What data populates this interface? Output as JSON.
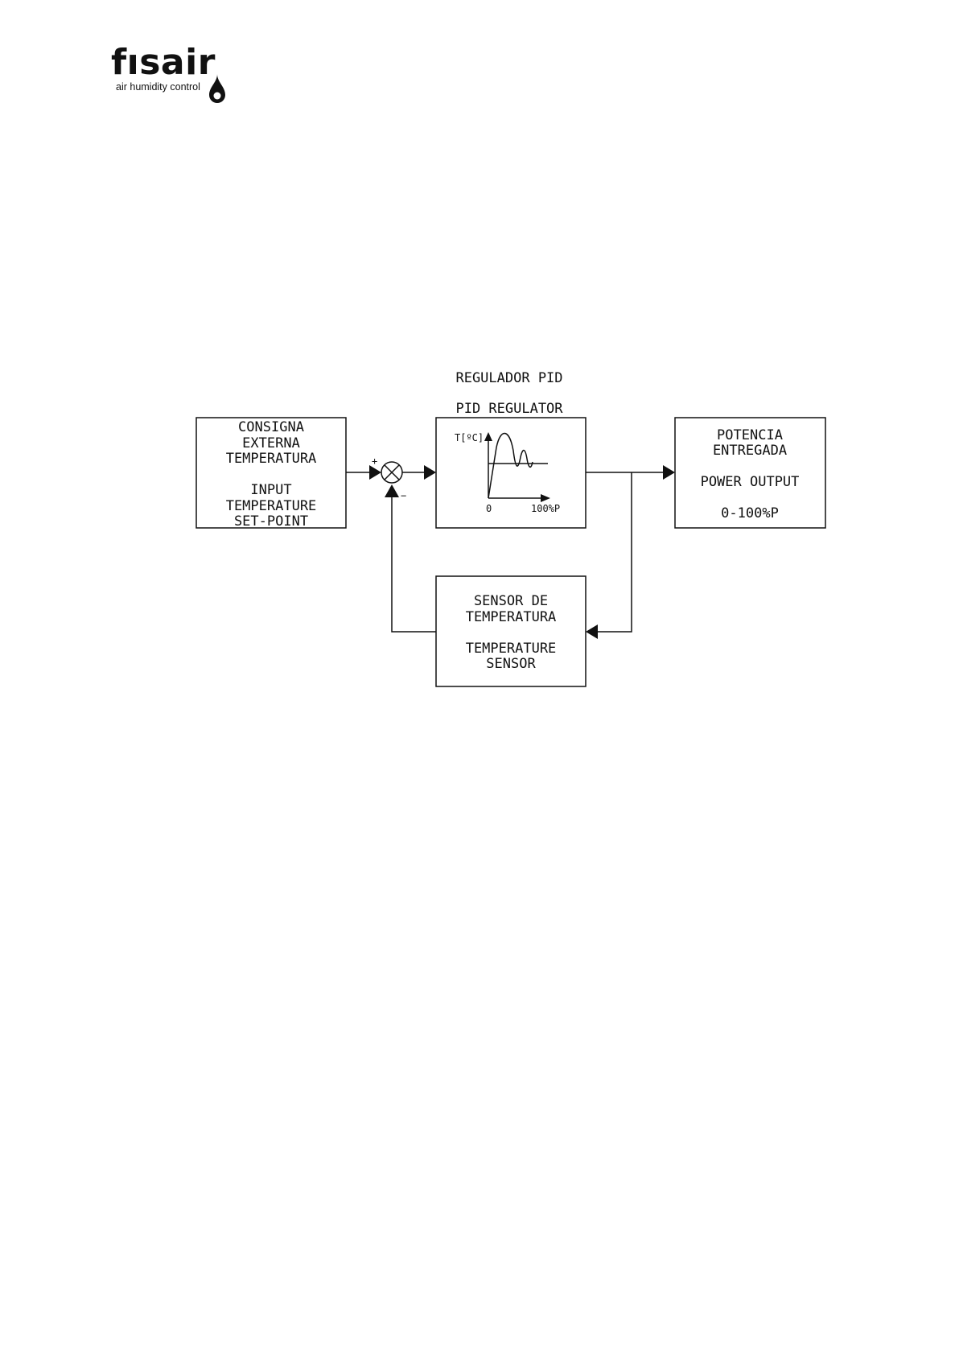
{
  "logo": {
    "brand": "fısair",
    "tagline": "air humidity control"
  },
  "diagram": {
    "title_es": "REGULADOR PID",
    "title_en": "PID REGULATOR",
    "input_block": [
      "CONSIGNA",
      "EXTERNA",
      "TEMPERATURA",
      "",
      "INPUT",
      "TEMPERATURE",
      "SET-POINT"
    ],
    "output_block": [
      "POTENCIA",
      "ENTREGADA",
      "",
      "POWER OUTPUT",
      "",
      "0-100%P"
    ],
    "sensor_block": [
      "SENSOR DE",
      "TEMPERATURA",
      "",
      "TEMPERATURE",
      "SENSOR"
    ],
    "pid_graph": {
      "y_label": "T[ºC]",
      "x_origin": "0",
      "x_label": "100%P"
    },
    "summing_plus": "+",
    "summing_minus": "−"
  },
  "colors": {
    "line": "#111111",
    "background": "#ffffff"
  }
}
